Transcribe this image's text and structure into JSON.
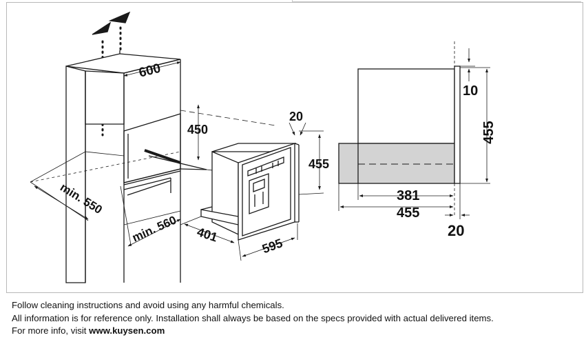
{
  "diagram": {
    "dimensions": {
      "cabinet_width": "600",
      "cabinet_depth": "min. 550",
      "niche_height": "450",
      "niche_depth": "min. 560",
      "front_thickness": "20",
      "front_height": "455",
      "body_depth": "401",
      "front_width": "595",
      "side_top_offset": "10",
      "side_height": "455",
      "side_body_depth": "381",
      "side_total_depth": "455",
      "side_front_thickness": "20"
    },
    "colors": {
      "line": "#1a1a1a",
      "panel_fill": "#d3d3d3",
      "frame": "#b8b8b8"
    }
  },
  "footer": {
    "line1": "Follow cleaning instructions and avoid using any harmful chemicals.",
    "line2": "All information is for reference only. Installation shall always be based on the specs provided with actual delivered items.",
    "line3_prefix": "For more info, visit ",
    "line3_url": "www.kuysen.com"
  }
}
